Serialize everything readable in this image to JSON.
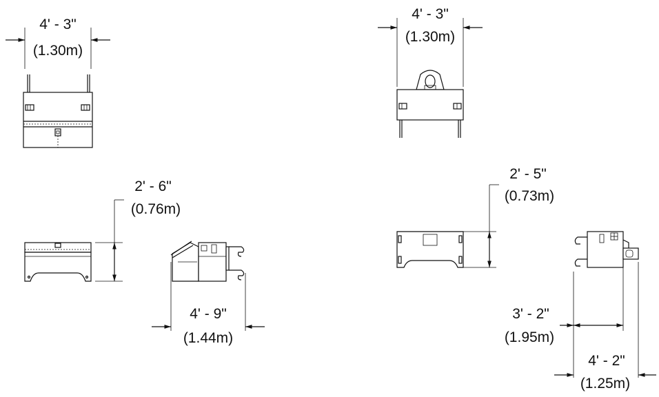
{
  "dimensions": {
    "front_left_width": {
      "imperial": "4' - 3\"",
      "metric": "(1.30m)"
    },
    "front_right_width": {
      "imperial": "4' - 3\"",
      "metric": "(1.30m)"
    },
    "side_left_height": {
      "imperial": "2' - 6\"",
      "metric": "(0.76m)"
    },
    "side_left_length": {
      "imperial": "4' - 9\"",
      "metric": "(1.44m)"
    },
    "side_right_height": {
      "imperial": "2' - 5\"",
      "metric": "(0.73m)"
    },
    "side_right_length": {
      "imperial": "3' - 2\"",
      "metric": "(1.95m)"
    },
    "side_right_length2": {
      "imperial": "4' - 2\"",
      "metric": "(1.25m)"
    }
  }
}
